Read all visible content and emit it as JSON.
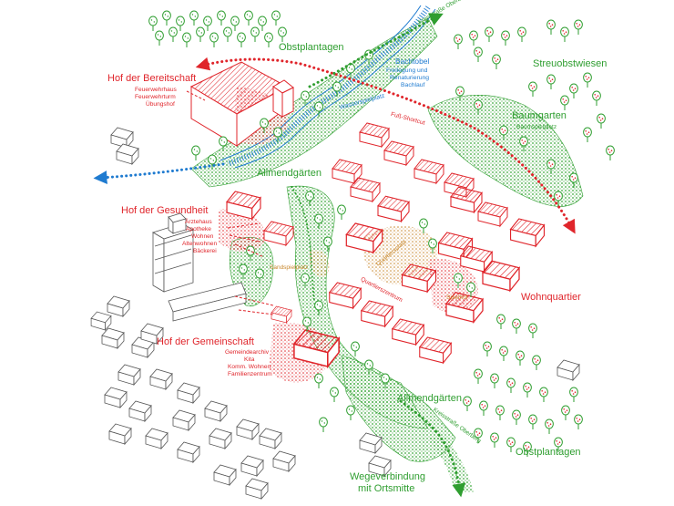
{
  "labels": {
    "obstplantagen_top": "Obstplantagen",
    "streuobstwiesen": "Streuobstwiesen",
    "kreisstrasse_oben": "Kreisstraße Oberberg",
    "bachtobel": "Bachtobel",
    "bachtobel_sub1": "Freilegung und",
    "bachtobel_sub2": "Renaturierung",
    "bachtobel_sub3": "Bachlauf",
    "wasserspielplatz": "Wasserspielplatz",
    "fuss_shortcut": "Fuß-Shortcut",
    "baumgarten": "Baumgarten",
    "baumspielplatz": "Baumspielplatz",
    "hof_bereitschaft": "Hof der Bereitschaft",
    "bereitschaft_1": "Feuerwehrhaus",
    "bereitschaft_2": "Feuerwehrturm",
    "bereitschaft_3": "Übungshof",
    "allmendgaerten_top": "Allmendgärten",
    "hof_gesundheit": "Hof der Gesundheit",
    "gesundheit_1": "Ärztehaus",
    "gesundheit_2": "Apotheke",
    "gesundheit_3": "Wohnen",
    "gesundheit_4": "Altenwohnen",
    "gesundheit_5": "Bäckerei",
    "sandspielplatz": "Sandspielplatz",
    "quartiersplatz": "Quartiersplatz",
    "quartierszentrum": "Quartierszentrum",
    "spielhof": "Spielhof",
    "wohnquartier": "Wohnquartier",
    "hof_gemeinschaft": "Hof der Gemeinschaft",
    "gemeinschaft_1": "Gemeindearchiv",
    "gemeinschaft_2": "Kita",
    "gemeinschaft_3": "Komm. Wohnen",
    "gemeinschaft_4": "Familienzentrum",
    "allmendgaerten_bottom": "Allmendgärten",
    "kreisstrasse_unten": "Kreisstraße Oberberg",
    "obstplantagen_bottom": "Obstplantagen",
    "wegeverbindung_1": "Wegeverbindung",
    "wegeverbindung_2": "mit Ortsmitte"
  },
  "colors": {
    "green": "#2f9e30",
    "red": "#e0252b",
    "blue": "#1f7bd0",
    "orange": "#c8872c",
    "grey": "#555555"
  }
}
